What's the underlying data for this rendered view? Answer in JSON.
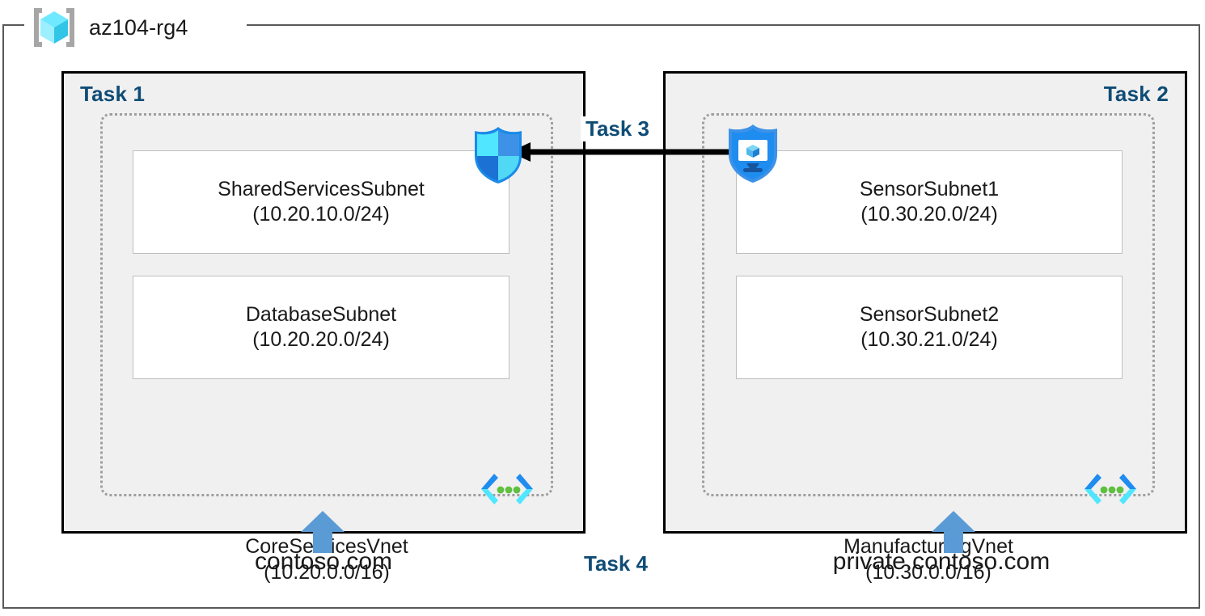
{
  "resource_group": {
    "name": "az104-rg4",
    "icon": "resource-group-cube-icon"
  },
  "colors": {
    "task_label": "#0f4c75",
    "panel_fill": "#f0f0f0",
    "panel_border": "#000000",
    "vnet_border": "#9e9e9e",
    "subnet_fill": "#ffffff",
    "subnet_border": "#bfbfbf",
    "dns_arrow": "#5b9bd5",
    "peering_arrow": "#000000",
    "shield_blue": "#1f8cf0",
    "cube_cyan": "#50e6ff"
  },
  "tasks": {
    "task1": "Task 1",
    "task2": "Task 2",
    "task3": "Task 3",
    "task4": "Task 4"
  },
  "left_panel": {
    "vnet": {
      "name": "CoreServicesVnet",
      "cidr": "(10.20.0.0/16)",
      "icon": "virtual-network-icon"
    },
    "subnets": [
      {
        "name": "SharedServicesSubnet",
        "cidr": "(10.20.10.0/24)"
      },
      {
        "name": "DatabaseSubnet",
        "cidr": "(10.20.20.0/24)"
      }
    ],
    "service_icon": "firewall-shield-icon",
    "dns_zone": "contoso.com",
    "dns_icon": "up-arrow-icon"
  },
  "right_panel": {
    "vnet": {
      "name": "ManufacturingVnet",
      "cidr": "(10.30.0.0/16)",
      "icon": "virtual-network-icon"
    },
    "subnets": [
      {
        "name": "SensorSubnet1",
        "cidr": "(10.30.20.0/24)"
      },
      {
        "name": "SensorSubnet2",
        "cidr": "(10.30.21.0/24)"
      }
    ],
    "service_icon": "bastion-shield-icon",
    "dns_zone": "private.contoso.com",
    "dns_icon": "up-arrow-icon"
  },
  "connection": {
    "icon": "left-arrow-icon",
    "direction": "right-to-left"
  }
}
